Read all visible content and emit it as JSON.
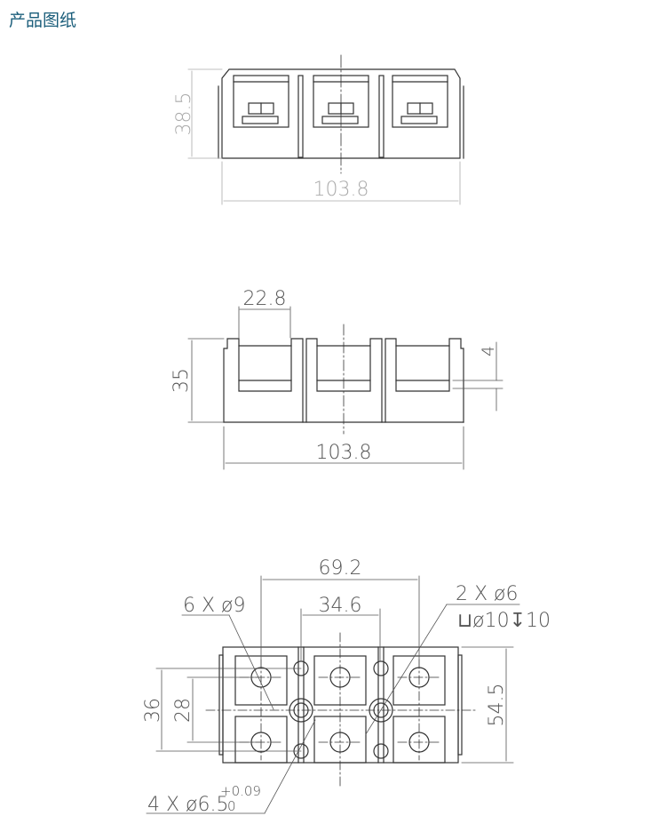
{
  "header": {
    "title": "产品图纸"
  },
  "views": {
    "front": {
      "height": "38.5",
      "width": "103.8"
    },
    "side": {
      "slot_width": "22.8",
      "height": "35",
      "width": "103.8",
      "step": "4"
    },
    "top": {
      "span_outer": "69.2",
      "span_inner": "34.6",
      "holes_large": "6 X ø9",
      "holes_counterbore": "2 X ø6",
      "counterbore": "⊔ø10↧10",
      "holes_small": "4 X ø6.5",
      "tol_upper": "+0.09",
      "tol_lower": "0",
      "pitch_outer": "36",
      "pitch_inner": "28",
      "depth": "54.5"
    }
  },
  "colors": {
    "title": "#1a5d7a",
    "line": "#333333",
    "dim": "#555555",
    "dim_light": "#aaaaaa"
  }
}
